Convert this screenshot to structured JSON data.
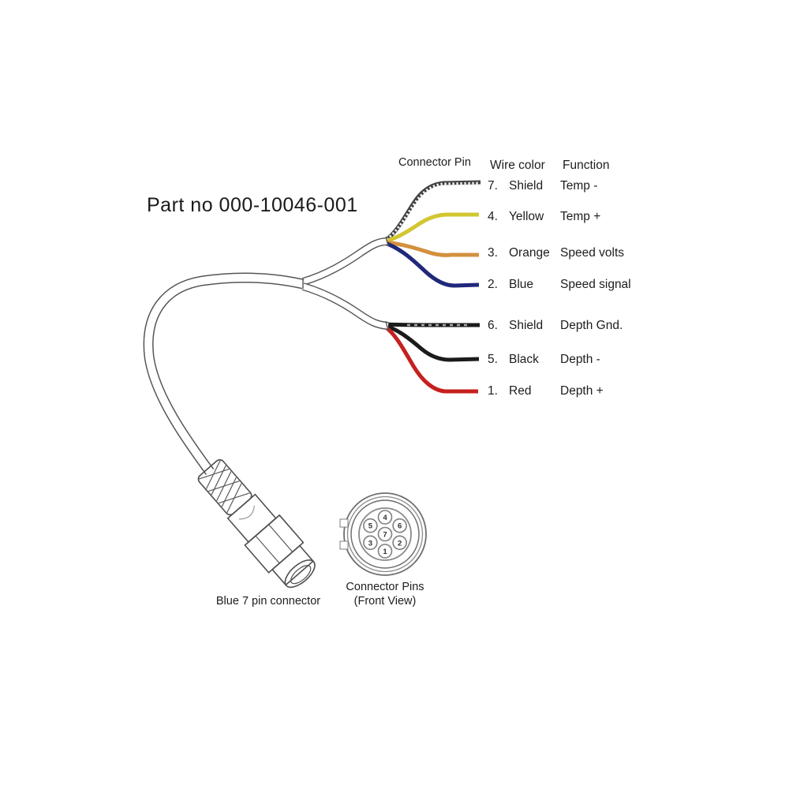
{
  "part_no": "Part no 000-10046-001",
  "legend": {
    "connector_pin_label": "Connector Pin",
    "wire_color_header": "Wire color",
    "function_header": "Function",
    "rows": [
      {
        "pin": "7.",
        "color_name": "Shield",
        "function": "Temp -"
      },
      {
        "pin": "4.",
        "color_name": "Yellow",
        "function": "Temp +"
      },
      {
        "pin": "3.",
        "color_name": "Orange",
        "function": "Speed volts"
      },
      {
        "pin": "2.",
        "color_name": "Blue",
        "function": "Speed signal"
      },
      {
        "pin": "6.",
        "color_name": "Shield",
        "function": "Depth Gnd."
      },
      {
        "pin": "5.",
        "color_name": "Black",
        "function": "Depth -"
      },
      {
        "pin": "1.",
        "color_name": "Red",
        "function": "Depth +"
      }
    ]
  },
  "colors": {
    "shield_temp": "#424242",
    "yellow": "#d2c631",
    "orange": "#d4903e",
    "blue": "#20287a",
    "shield_depth": "#1b1b1b",
    "black": "#1b1b1b",
    "red": "#c6201e",
    "outline": "#565656"
  },
  "connector_label": "Blue 7 pin connector",
  "pins_view": {
    "label_line1": "Connector Pins",
    "label_line2": "(Front View)",
    "center_pin": "7",
    "outer_pins": [
      "4",
      "6",
      "2",
      "1",
      "3",
      "5"
    ]
  }
}
